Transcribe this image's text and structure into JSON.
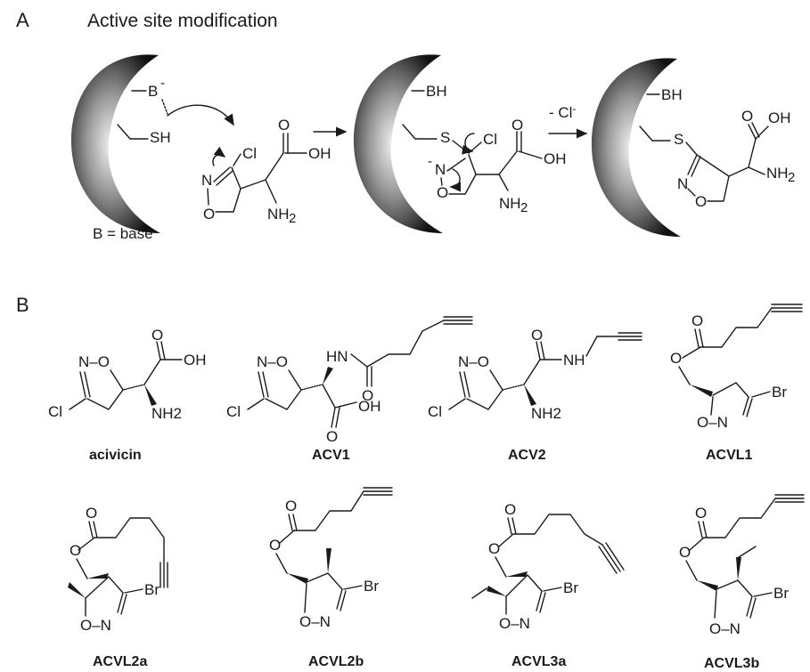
{
  "panel_a": {
    "letter": "A",
    "title": "Active site modification",
    "base_note": "B = base",
    "enzyme_groups": [
      "B",
      "-",
      "SH",
      "BH",
      "S"
    ],
    "reagent_step": "- Cl",
    "reagent_sup": "-",
    "atoms": {
      "cl": "Cl",
      "n": "N",
      "o": "O",
      "oh": "OH",
      "o_carbonyl": "O",
      "nh2": "NH",
      "sub2": "2",
      "minus": "-"
    }
  },
  "panel_b": {
    "letter": "B",
    "compounds": [
      {
        "name": "acivicin"
      },
      {
        "name": "ACV1"
      },
      {
        "name": "ACV2"
      },
      {
        "name": "ACVL1"
      },
      {
        "name": "ACVL2a"
      },
      {
        "name": "ACVL2b"
      },
      {
        "name": "ACVL3a"
      },
      {
        "name": "ACVL3b"
      }
    ],
    "atoms": {
      "o": "O",
      "n": "N",
      "cl": "Cl",
      "br": "Br",
      "oh": "OH",
      "nh2": "NH2",
      "hn": "HN",
      "nh": "NH",
      "o_n": "O–N",
      "n_o": "N–O"
    }
  },
  "colors": {
    "ink": "#1a1a1a",
    "enzyme_dark": "#111111",
    "enzyme_light": "#f2f2f2"
  }
}
